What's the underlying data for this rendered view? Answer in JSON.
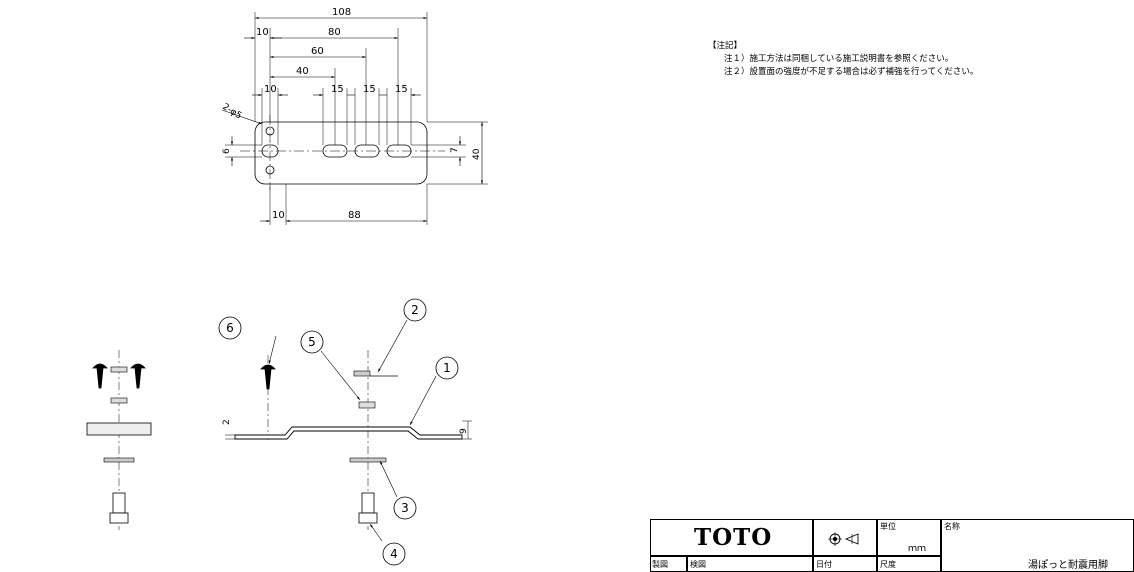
{
  "dims": {
    "d108": "108",
    "d10a": "10",
    "d80": "80",
    "d60": "60",
    "d40": "40",
    "d10b": "10",
    "d15a": "15",
    "d15b": "15",
    "d15c": "15",
    "hole": "2-φ5",
    "d6": "6",
    "d7": "7",
    "d40v": "40",
    "d10c": "10",
    "d88": "88",
    "d2": "2",
    "d9": "9"
  },
  "callouts": [
    "1",
    "2",
    "3",
    "4",
    "5",
    "6"
  ],
  "notes": {
    "title": "【注記】",
    "line1": "注１）施工方法は同梱している施工説明書を参照ください。",
    "line2": "注２）設置面の強度が不足する場合は必ず補強を行ってください。"
  },
  "title_block": {
    "logo": "TOTO",
    "unit_label": "単位",
    "unit_value": "ｍｍ",
    "name_label": "名称",
    "name_value": "湯ぽっと耐震用脚",
    "drafted_label": "製図",
    "checked_label": "検図",
    "date_label": "日付",
    "scale_label": "尺度"
  }
}
